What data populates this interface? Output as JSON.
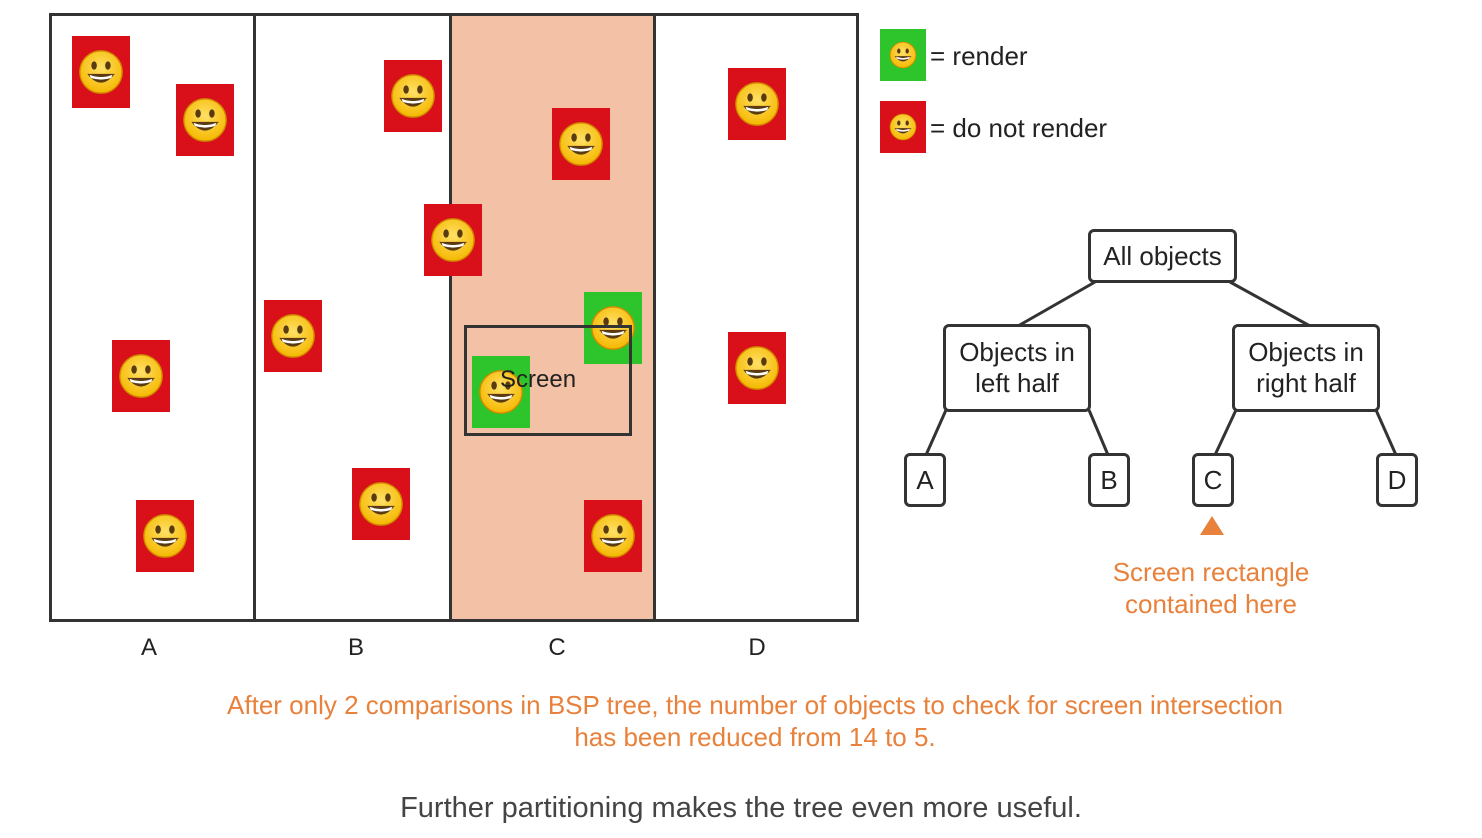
{
  "partitions": {
    "labels": [
      "A",
      "B",
      "C",
      "D"
    ],
    "highlighted": "C"
  },
  "screen": {
    "label": "Screen"
  },
  "objects": [
    {
      "region": "A",
      "status": "do not render"
    },
    {
      "region": "A",
      "status": "do not render"
    },
    {
      "region": "A",
      "status": "do not render"
    },
    {
      "region": "A",
      "status": "do not render"
    },
    {
      "region": "B",
      "status": "do not render"
    },
    {
      "region": "B",
      "status": "do not render"
    },
    {
      "region": "B",
      "status": "do not render"
    },
    {
      "region": "B/C",
      "status": "do not render"
    },
    {
      "region": "C",
      "status": "do not render"
    },
    {
      "region": "C",
      "status": "render"
    },
    {
      "region": "C",
      "status": "render"
    },
    {
      "region": "C",
      "status": "do not render"
    },
    {
      "region": "D",
      "status": "do not render"
    },
    {
      "region": "D",
      "status": "do not render"
    }
  ],
  "legend": {
    "render": "= render",
    "do_not_render": "= do not render"
  },
  "tree": {
    "root": "All objects",
    "left": [
      "Objects in",
      "left half"
    ],
    "right": [
      "Objects in",
      "right half"
    ],
    "leaves": [
      "A",
      "B",
      "C",
      "D"
    ]
  },
  "annotation": [
    "Screen rectangle",
    "contained here"
  ],
  "caption_orange": [
    "After only 2 comparisons in BSP tree, the number of objects to check for screen intersection",
    "has been reduced from 14 to 5."
  ],
  "caption_gray": "Further partitioning makes the tree even more useful.",
  "colors": {
    "render": "#2ec52c",
    "do_not_render": "#d91019",
    "highlight": "#f2c1a6",
    "accent": "#e8813b"
  },
  "icons": {
    "object": "smiley-face-icon"
  }
}
